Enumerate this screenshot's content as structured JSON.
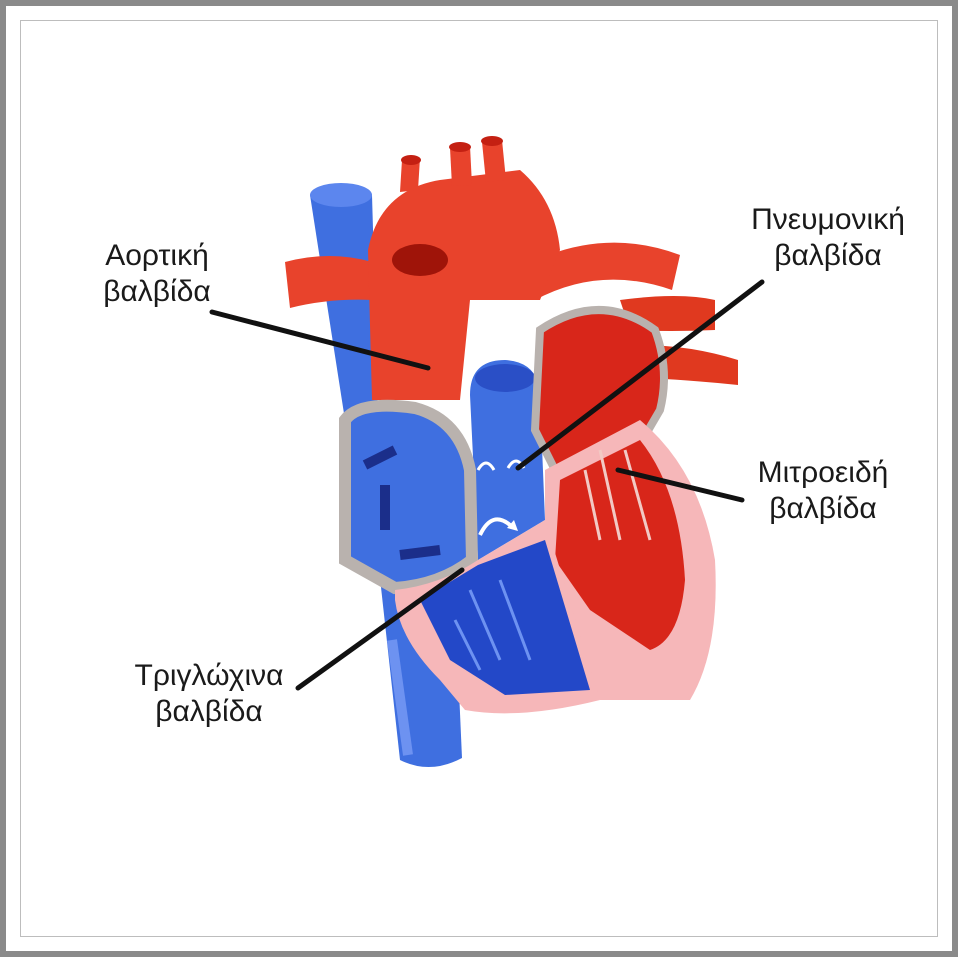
{
  "labels": {
    "aortic": {
      "line1": "Αορτική",
      "line2": "βαλβίδα"
    },
    "pulmonary": {
      "line1": "Πνευμονική",
      "line2": "βαλβίδα"
    },
    "mitral": {
      "line1": "Μιτροειδή",
      "line2": "βαλβίδα"
    },
    "tricuspid": {
      "line1": "Τριγλώχινα",
      "line2": "βαλβίδα"
    }
  },
  "colors": {
    "border": "#8a8a8a",
    "artery_red": "#e8432c",
    "chamber_red": "#d8261a",
    "vein_blue": "#3f6fe0",
    "chamber_blue": "#2348c8",
    "myocardium_pink": "#f6b7b9",
    "septum_gray": "#b9b2ae",
    "leader_line": "#111111"
  },
  "icons": {
    "heart": "heart-anatomy-illustration"
  }
}
